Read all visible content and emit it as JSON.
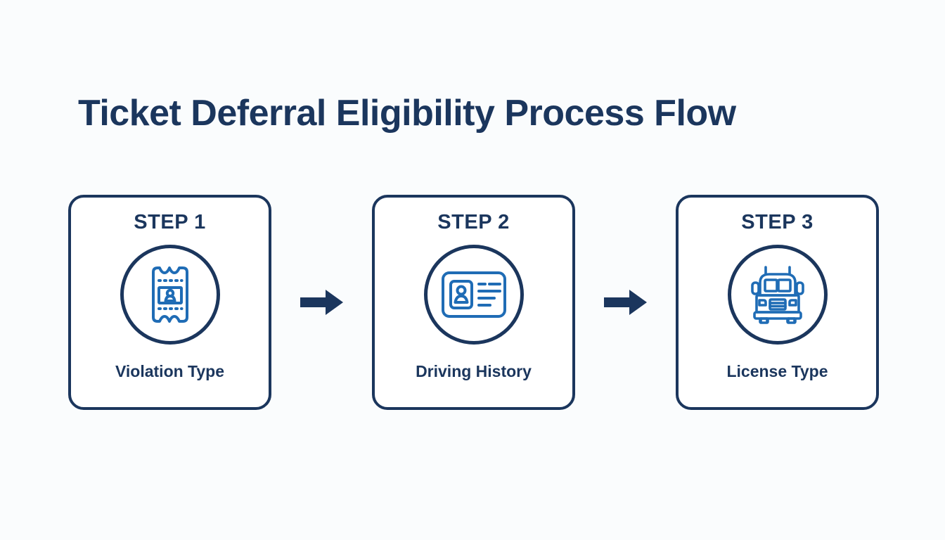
{
  "page": {
    "title": "Ticket Deferral Eligibility Process Flow",
    "background_color": "#fafcfd",
    "primary_color": "#1b365d",
    "icon_color": "#1f6cb5"
  },
  "diagram": {
    "type": "process-flow",
    "orientation": "horizontal",
    "steps": [
      {
        "number_label": "STEP 1",
        "label": "Violation Type",
        "icon": "ticket-person-icon"
      },
      {
        "number_label": "STEP 2",
        "label": "Driving History",
        "icon": "id-card-icon"
      },
      {
        "number_label": "STEP 3",
        "label": "License Type",
        "icon": "truck-front-icon"
      }
    ],
    "connectors": [
      {
        "icon": "arrow-right-icon",
        "from": "STEP 1",
        "to": "STEP 2"
      },
      {
        "icon": "arrow-right-icon",
        "from": "STEP 2",
        "to": "STEP 3"
      }
    ]
  }
}
